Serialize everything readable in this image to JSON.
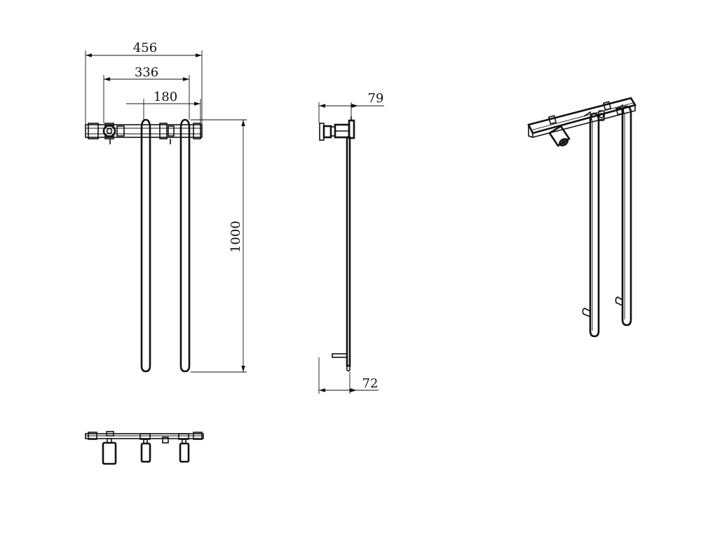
{
  "drawing": {
    "colors": {
      "line": "#111111",
      "background": "#ffffff"
    },
    "dimensions": {
      "overall_width": "456",
      "mount_spacing": "336",
      "rail_spacing": "180",
      "height": "1000",
      "top_depth": "79",
      "bottom_depth": "72"
    }
  }
}
